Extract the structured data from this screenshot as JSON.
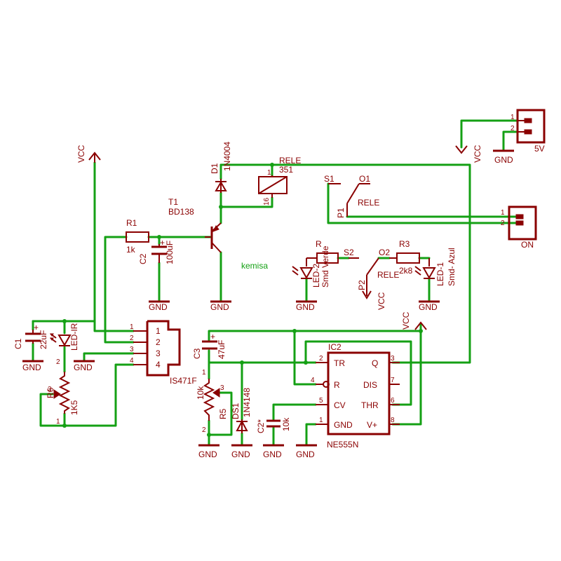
{
  "labels": {
    "vcc": "VCC",
    "gnd": "GND",
    "d1": "D1",
    "d1_val": "1N4004",
    "rele": "RELE",
    "rele_val": "351",
    "rele_pin1": "1",
    "rele_pin16": "16",
    "t1": "T1",
    "t1_val": "BD138",
    "r1": "R1",
    "r1_val": "1k",
    "c2": "C2",
    "c2_val": "100uF",
    "kemisa": "kemisa",
    "c1": "C1",
    "c1_val": "22uF",
    "led_ir": "LED-IR",
    "r6": "R6",
    "r6_val": "1K5",
    "is471f": "IS471F",
    "c3": "C3",
    "c3_val": "47uF",
    "r5": "R5",
    "r5_val": "10k",
    "ds1": "DS1",
    "ds1_val": "1N4148",
    "c2star": "C2*",
    "c2star_val": "10k",
    "ic2": "IC2",
    "ne555": "NE555N",
    "s1": "S1",
    "o1": "O1",
    "p1": "P1",
    "s2": "S2",
    "o2": "O2",
    "p2": "P2",
    "r3": "R3",
    "r3_val": "2k8",
    "r_led": "R",
    "led2": "LED-2",
    "led2_val": "Smd Verde",
    "led1": "LED-1",
    "led1_val": "Smd- Azul",
    "conn_5v": "5V",
    "conn_on": "ON",
    "pin1": "1",
    "pin2": "2",
    "pin3": "3",
    "pin4": "4",
    "pin5": "5",
    "pin6": "6",
    "pin7": "7",
    "pin8": "8",
    "tr": "TR",
    "q": "Q",
    "r": "R",
    "dis": "DIS",
    "cv": "CV",
    "thr": "THR",
    "gnd_pin": "GND",
    "vplus": "V+",
    "plus": "+"
  }
}
